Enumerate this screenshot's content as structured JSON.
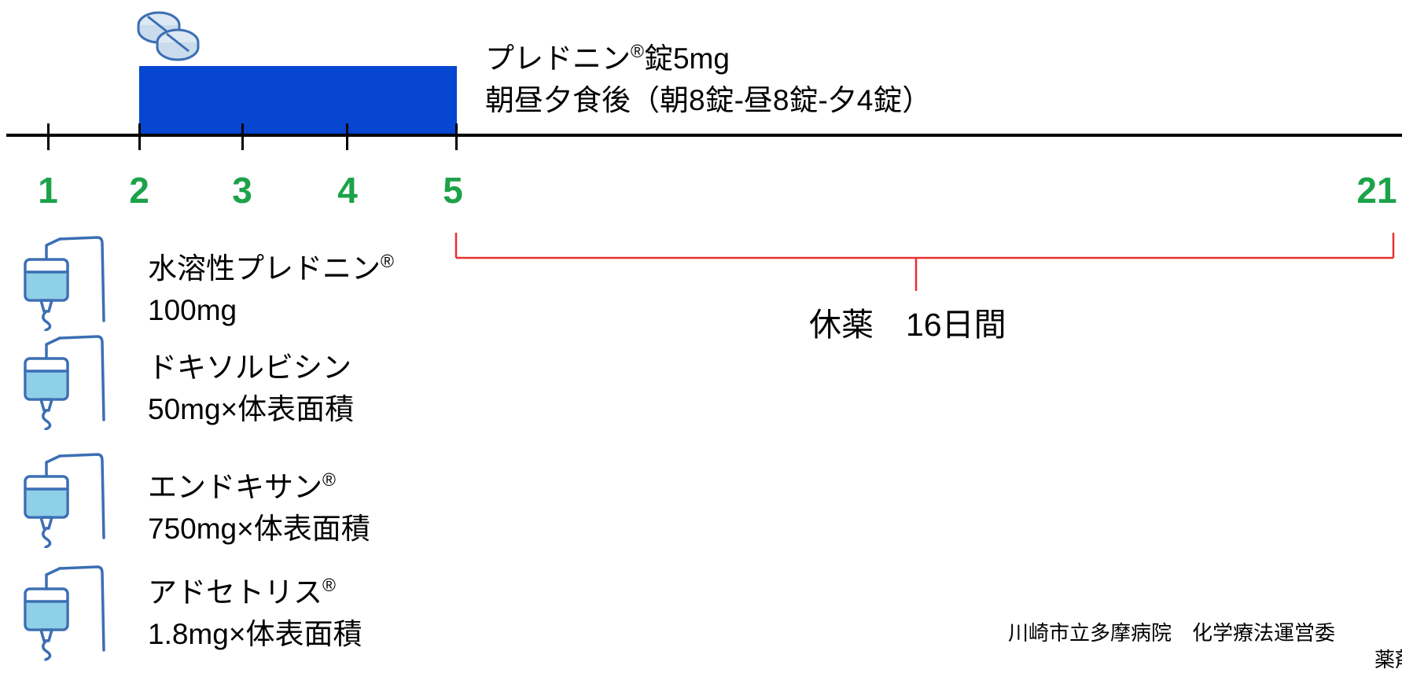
{
  "oral_regimen": {
    "drug_name": "プレドニン",
    "reg_mark": "®",
    "drug_suffix": "錠5mg",
    "schedule": "朝昼夕食後（朝8錠-昼8錠-夕4錠）"
  },
  "timeline": {
    "day_labels": [
      "1",
      "2",
      "3",
      "4",
      "5",
      "21"
    ]
  },
  "iv_drugs": [
    {
      "name": "水溶性プレドニン",
      "reg": "®",
      "dose": "100mg"
    },
    {
      "name": "ドキソルビシン",
      "reg": "",
      "dose": "50mg×体表面積"
    },
    {
      "name": "エンドキサン",
      "reg": "®",
      "dose": "750mg×体表面積"
    },
    {
      "name": "アドセトリス",
      "reg": "®",
      "dose": "1.8mg×体表面積"
    }
  ],
  "rest_period": {
    "label": "休薬　16日間"
  },
  "footer": {
    "line1": "川崎市立多摩病院　化学療法運営委",
    "line2": "薬剤"
  },
  "colors": {
    "oral_bar": "#0646d1",
    "day_label": "#1ca34a",
    "rest_bracket": "#e8312f",
    "iv_fluid": "#8dd0e8",
    "iv_outline": "#3b6fb4"
  },
  "icons": {
    "pill": "pill-tablets-icon",
    "iv": "iv-drip-bag-icon"
  }
}
